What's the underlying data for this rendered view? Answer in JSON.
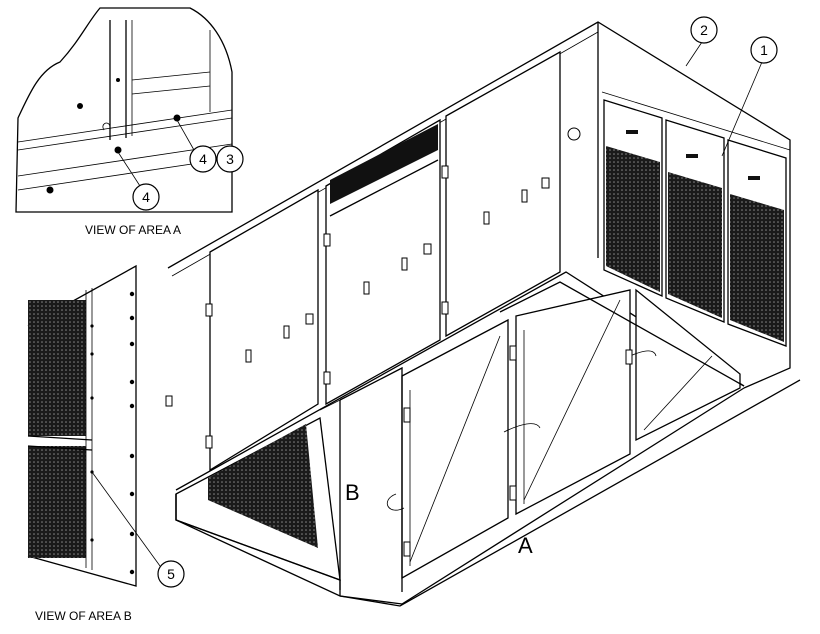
{
  "captions": {
    "area_a": "VIEW OF AREA A",
    "area_b": "VIEW OF AREA B"
  },
  "area_labels": {
    "a": "A",
    "b": "B"
  },
  "callouts": {
    "c1": "1",
    "c2": "2",
    "c3": "3",
    "c4a": "4",
    "c4b": "4",
    "c5": "5"
  }
}
